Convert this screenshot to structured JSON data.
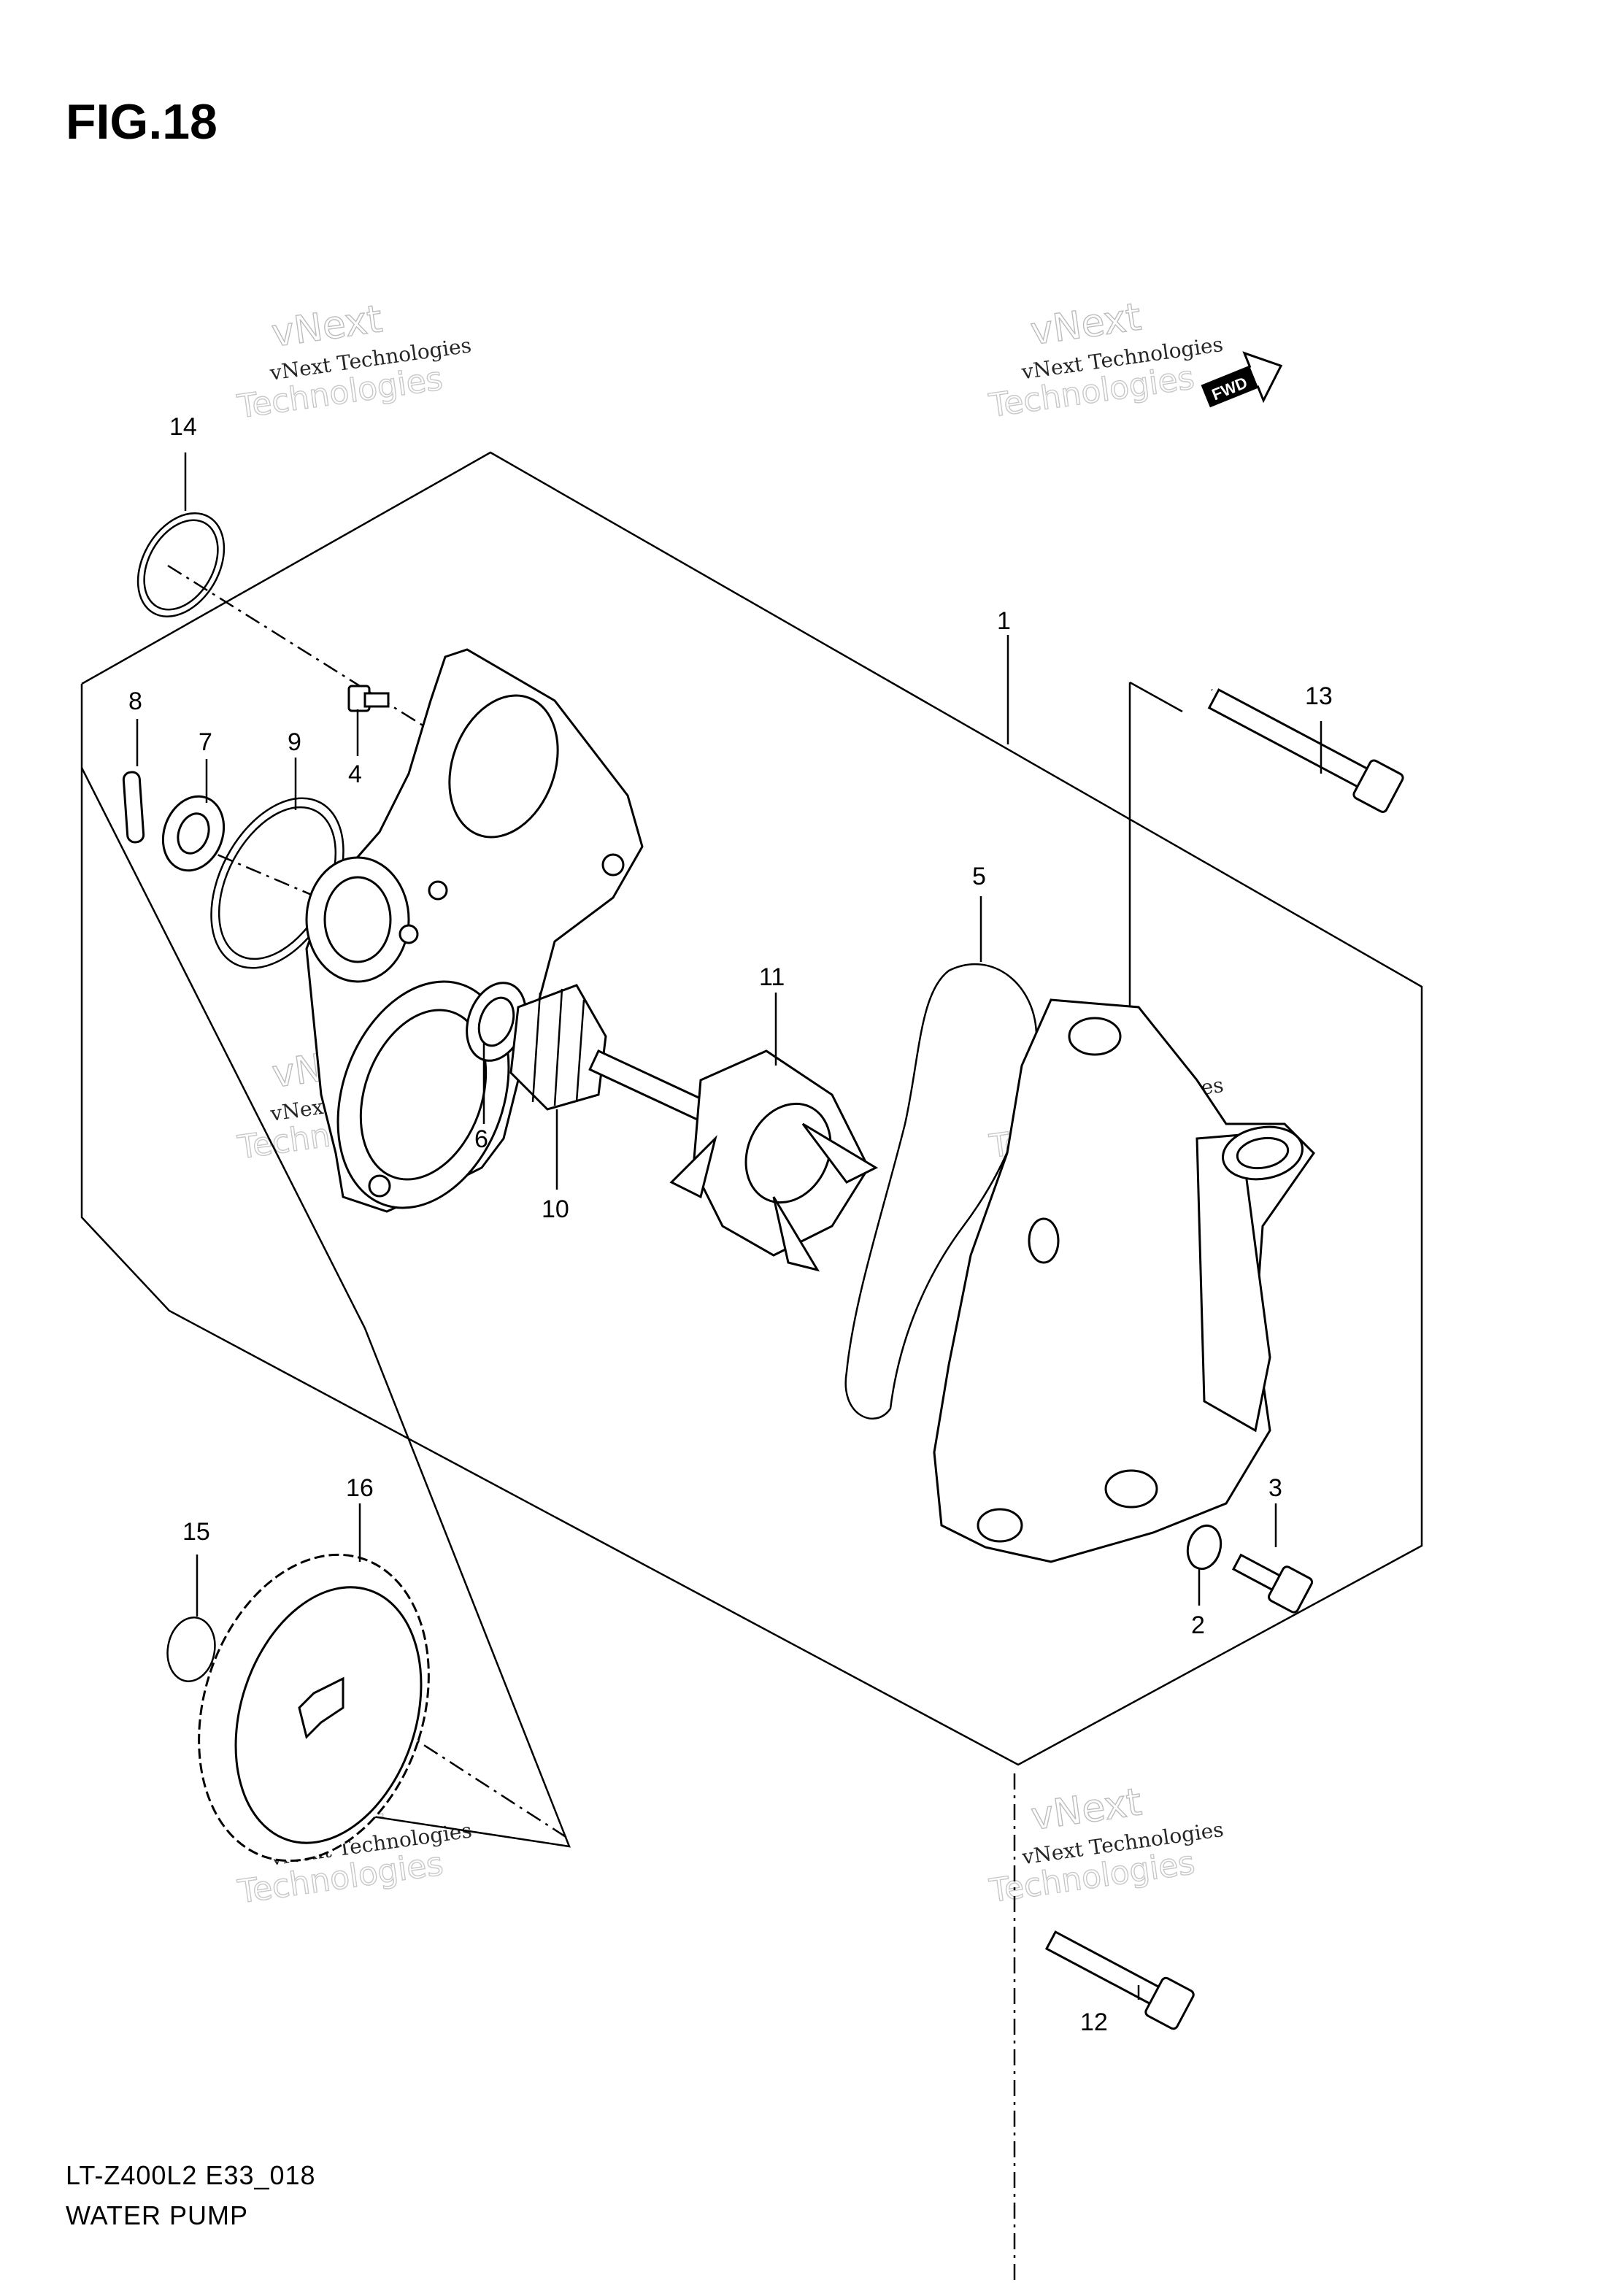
{
  "figure": {
    "title": "FIG.18",
    "model_code": "LT-Z400L2  E33_018",
    "name": "WATER PUMP"
  },
  "direction_badge": "FWD",
  "watermark": {
    "line1": "vNext Technologies",
    "line2": "vNext",
    "line3": "Technologies"
  },
  "callouts": {
    "p1": "1",
    "p2": "2",
    "p3": "3",
    "p4": "4",
    "p5": "5",
    "p6": "6",
    "p7": "7",
    "p8": "8",
    "p9": "9",
    "p10": "10",
    "p11": "11",
    "p12": "12",
    "p13": "13",
    "p14": "14",
    "p15": "15",
    "p16": "16"
  }
}
